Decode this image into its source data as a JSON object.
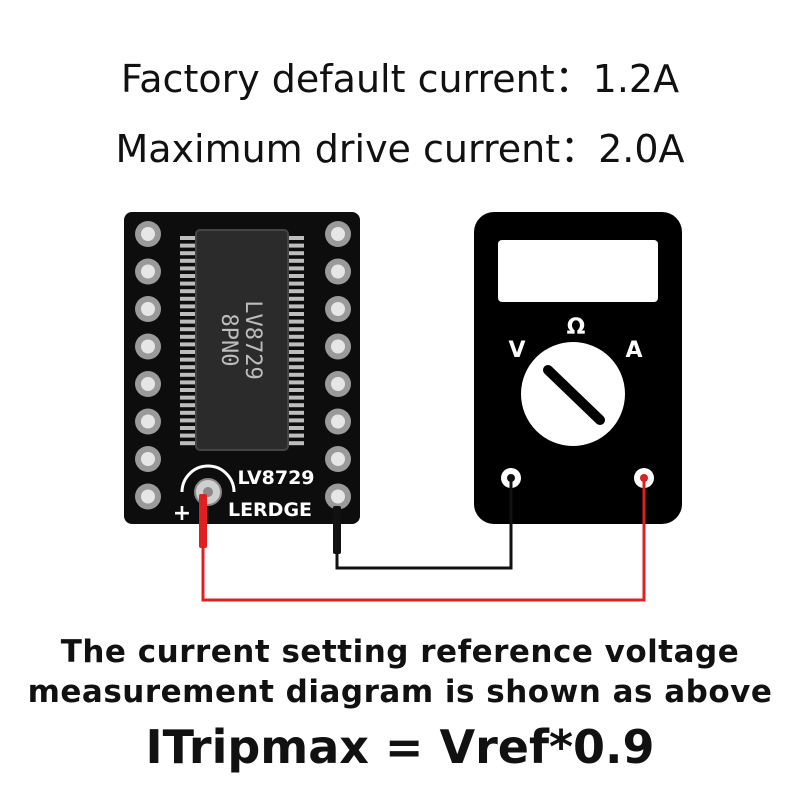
{
  "header": {
    "line1": "Factory default current：1.2A",
    "line2": "Maximum drive current：2.0A"
  },
  "board": {
    "chip_line1": "LV8729",
    "chip_line2": "8PN0",
    "model_label": "LV8729",
    "brand_label": "LERDGE",
    "plus_label": "+"
  },
  "multimeter": {
    "volt_label": "V",
    "ohm_label": "Ω",
    "amp_label": "A"
  },
  "wires": {
    "probe_red": "#e02020",
    "probe_black": "#111111"
  },
  "footer": {
    "caption_line1": "The current setting reference voltage",
    "caption_line2": "measurement diagram is shown as above",
    "formula": "ITripmax = Vref*0.9"
  }
}
